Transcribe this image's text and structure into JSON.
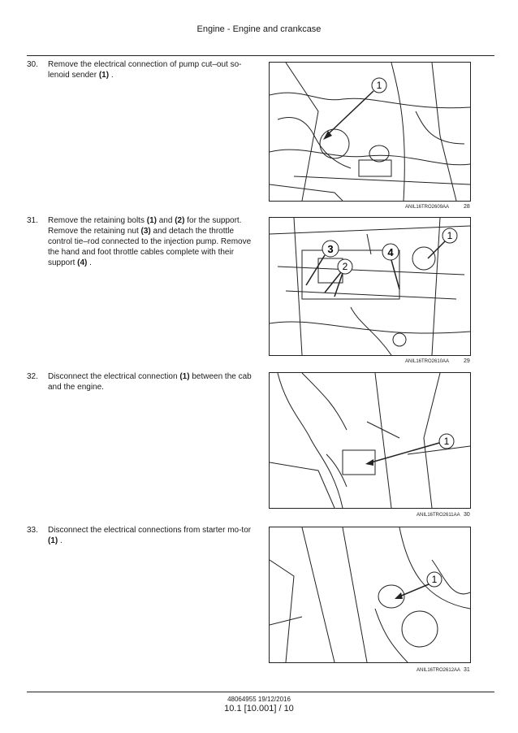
{
  "header": {
    "title": "Engine - Engine and crankcase"
  },
  "steps": [
    {
      "num": "30.",
      "parts": [
        "Remove the electrical connection of pump cut–out so-lenoid sender ",
        "(1)",
        " ."
      ],
      "fig_code": "ANIL16TRO2609AA",
      "fig_num": "28",
      "callouts": [
        "1"
      ]
    },
    {
      "num": "31.",
      "parts": [
        "Remove the retaining bolts ",
        "(1)",
        " and ",
        "(2)",
        " for the support. Remove the retaining nut ",
        "(3)",
        " and detach the throttle control tie–rod connected to the injection pump. Remove the hand and foot throttle cables complete with their support ",
        "(4)",
        " ."
      ],
      "fig_code": "ANIL16TRO2610AA",
      "fig_num": "29",
      "callouts": [
        "1",
        "2",
        "3",
        "4"
      ]
    },
    {
      "num": "32.",
      "parts": [
        "Disconnect the electrical connection ",
        "(1)",
        " between the cab and the engine."
      ],
      "fig_code": "ANIL16TRO2611AA",
      "fig_num": "30",
      "callouts": [
        "1"
      ]
    },
    {
      "num": "33.",
      "parts": [
        "Disconnect the electrical connections from starter mo-tor ",
        "(1)",
        " ."
      ],
      "fig_code": "ANIL16TRO2612AA",
      "fig_num": "31",
      "callouts": [
        "1"
      ]
    }
  ],
  "footer": {
    "code": "48064955 19/12/2016",
    "page": "10.1 [10.001] / 10"
  }
}
